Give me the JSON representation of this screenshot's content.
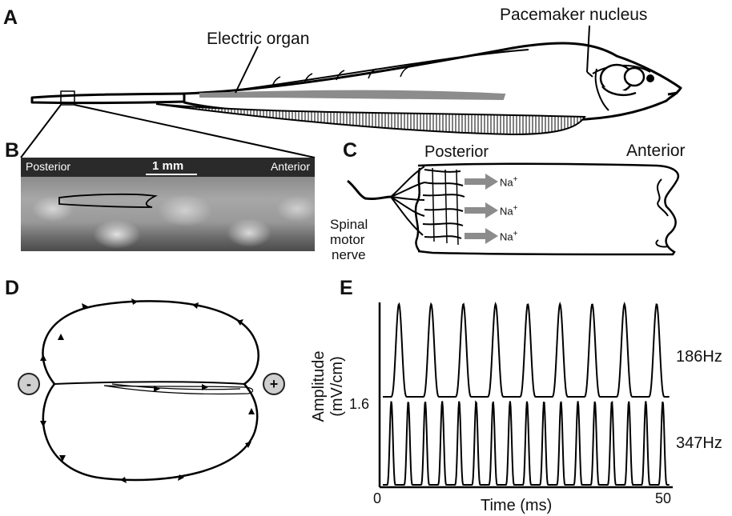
{
  "panels": {
    "a": {
      "label": "A",
      "electric_organ_label": "Electric organ",
      "pacemaker_label": "Pacemaker nucleus"
    },
    "b": {
      "label": "B",
      "posterior": "Posterior",
      "anterior": "Anterior",
      "scale": "1 mm"
    },
    "c": {
      "label": "C",
      "posterior": "Posterior",
      "anterior": "Anterior",
      "nerve_line1": "Spinal",
      "nerve_line2": "motor",
      "nerve_line3": "nerve",
      "ion": "Na",
      "ion_charge": "+"
    },
    "d": {
      "label": "D",
      "negative": "-",
      "positive": "+"
    },
    "e": {
      "label": "E",
      "ylabel_line1": "Amplitude",
      "ylabel_line2": "(mV/cm)",
      "ytick": "1.6",
      "xlabel": "Time (ms)",
      "xtick_start": "0",
      "xtick_end": "50",
      "trace1_label": "186Hz",
      "trace2_label": "347Hz"
    }
  },
  "chart_data": {
    "type": "line",
    "xlabel": "Time (ms)",
    "ylabel": "Amplitude (mV/cm)",
    "xlim": [
      0,
      50
    ],
    "ytick": 1.6,
    "series": [
      {
        "name": "186Hz",
        "frequency_hz": 186,
        "cycles_shown": 9
      },
      {
        "name": "347Hz",
        "frequency_hz": 347,
        "cycles_shown": 17
      }
    ]
  }
}
